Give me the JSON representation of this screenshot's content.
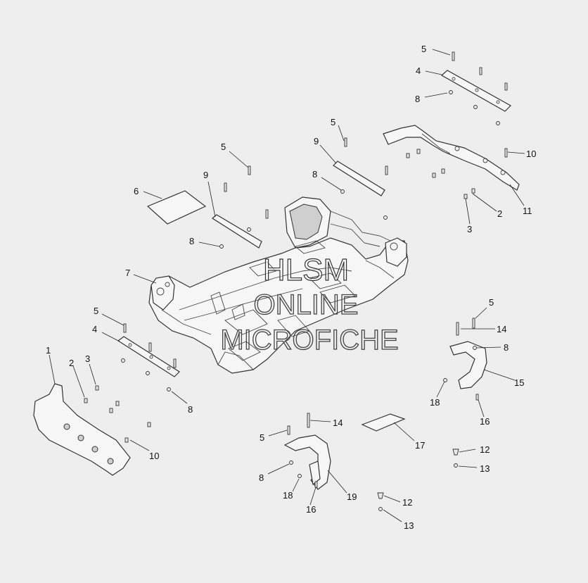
{
  "watermark": {
    "line1": "HLSM",
    "line2": "ONLINE",
    "line3": "MICROFICHE"
  },
  "callouts": {
    "c1": "1",
    "c2a": "2",
    "c2b": "2",
    "c3a": "3",
    "c3b": "3",
    "c4a": "4",
    "c4b": "4",
    "c5a": "5",
    "c5b": "5",
    "c5c": "5",
    "c5d": "5",
    "c5e": "5",
    "c5f": "5",
    "c6": "6",
    "c7": "7",
    "c8a": "8",
    "c8b": "8",
    "c8c": "8",
    "c8d": "8",
    "c8e": "8",
    "c8f": "8",
    "c9a": "9",
    "c9b": "9",
    "c10a": "10",
    "c10b": "10",
    "c11": "11",
    "c12a": "12",
    "c12b": "12",
    "c13a": "13",
    "c13b": "13",
    "c14a": "14",
    "c14b": "14",
    "c15": "15",
    "c16a": "16",
    "c16b": "16",
    "c17": "17",
    "c18a": "18",
    "c18b": "18",
    "c19": "19"
  }
}
